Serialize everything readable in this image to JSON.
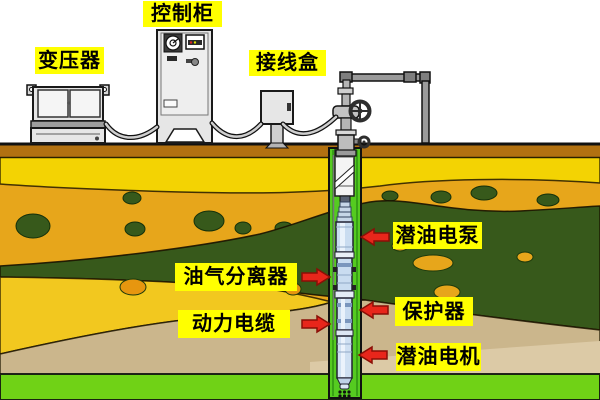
{
  "surface_equipment": {
    "transformer": {
      "label": "变压器"
    },
    "control_cabinet": {
      "label": "控制柜"
    },
    "junction_box": {
      "label": "接线盒"
    }
  },
  "downhole_equipment": {
    "submersible_pump": {
      "label": "潜油电泵"
    },
    "oil_gas_separator": {
      "label": "油气分离器"
    },
    "protector": {
      "label": "保护器"
    },
    "power_cable": {
      "label": "动力电缆"
    },
    "submersible_motor": {
      "label": "潜油电机"
    }
  },
  "colors": {
    "label_bg": "#ffff00",
    "label_text": "#000000",
    "arrow_red": "#e8261b",
    "arrow_outline": "#8a0f06",
    "sky": "#ffffff",
    "soil_band": "#b27111",
    "soil_yellow_upper": "#f3d303",
    "soil_orange": "#e7a61b",
    "reservoir_dark_green": "#37591b",
    "soil_yellow_lower": "#f2c81f",
    "soil_tan": "#cbb68c",
    "soil_tan_light": "#dccaa6",
    "bedrock_green": "#70d216",
    "casing_green": "#55cb20",
    "equipment_gray": "#e6e6e6",
    "pump_body_blue": "#c9dcf0"
  }
}
